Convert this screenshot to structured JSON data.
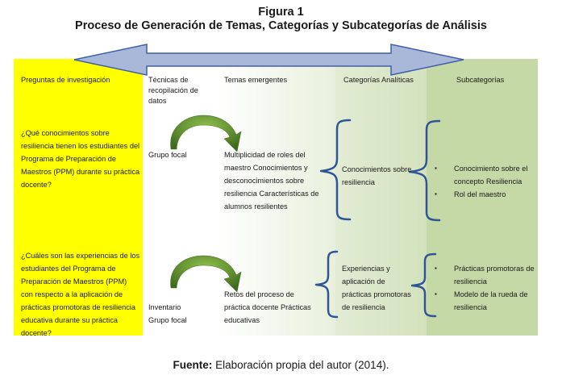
{
  "figure_label": "Figura 1",
  "figure_title": "Proceso de Generación de Temas, Categorías y Subcategorías de Análisis",
  "headers": {
    "preguntas": "Preguntas de investigación",
    "tecnicas": "Técnicas de recopilación de datos",
    "temas": "Temas emergentes",
    "categorias": "Categorías Analíticas",
    "subcategorias": "Subcategorías"
  },
  "row1": {
    "question": "¿Qué conocimientos sobre resiliencia tienen los estudiantes del Programa de Preparación de Maestros (PPM) durante su práctica docente?",
    "technique": "Grupo focal",
    "themes": "Multiplicidad de roles del maestro Conocimientos y desconocimientos sobre resiliencia Características de alumnos resilientes",
    "category": "Conocimientos sobre resiliencia",
    "subcategories": [
      "Conocimiento sobre el concepto Resiliencia",
      "Rol del maestro"
    ]
  },
  "row2": {
    "question": "¿Cuáles son las experiencias de los estudiantes del Programa de Preparación de Maestros (PPM) con respecto a la aplicación de prácticas promotoras de resiliencia educativa durante su práctica docente?",
    "technique_1": "Inventario",
    "technique_2": "Grupo focal",
    "themes": "Retos del proceso de práctica docente Prácticas educativas",
    "category": "Experiencias y aplicación de prácticas promotoras de resiliencia",
    "subcategories": [
      "Prácticas promotoras de resiliencia",
      "Modelo de la rueda de resiliencia"
    ]
  },
  "source_label": "Fuente:",
  "source_text": "Elaboración propia del autor (2014).",
  "colors": {
    "yellow": "#ffff00",
    "green_light": "#e2ecd4",
    "green_dark": "#c5d9a6",
    "arrow_fill": "#a9b8d9",
    "arrow_stroke": "#3f5fa8",
    "brace": "#2f5597",
    "curved_arrow": "#4f7a28"
  }
}
